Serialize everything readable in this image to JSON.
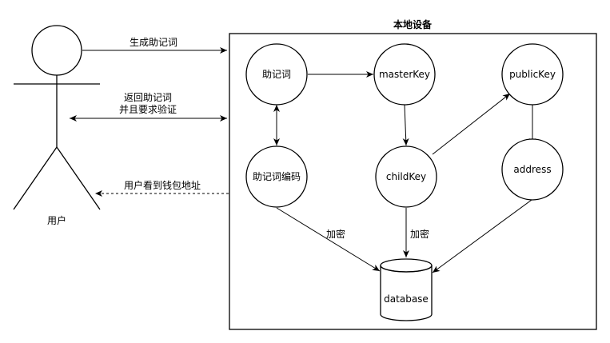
{
  "container": {
    "title": "本地设备"
  },
  "actor": {
    "label": "用户"
  },
  "messages": {
    "generate": "生成助记词",
    "return_line1": "返回助记词",
    "return_line2": "并且要求验证",
    "see_address": "用户看到钱包地址"
  },
  "nodes": {
    "mnemonic": "助记词",
    "master_key": "masterKey",
    "public_key": "publicKey",
    "mnemonic_encoding": "助记词编码",
    "child_key": "childKey",
    "address": "address",
    "database": "database"
  },
  "edge_labels": {
    "encrypt_left": "加密",
    "encrypt_center": "加密"
  }
}
